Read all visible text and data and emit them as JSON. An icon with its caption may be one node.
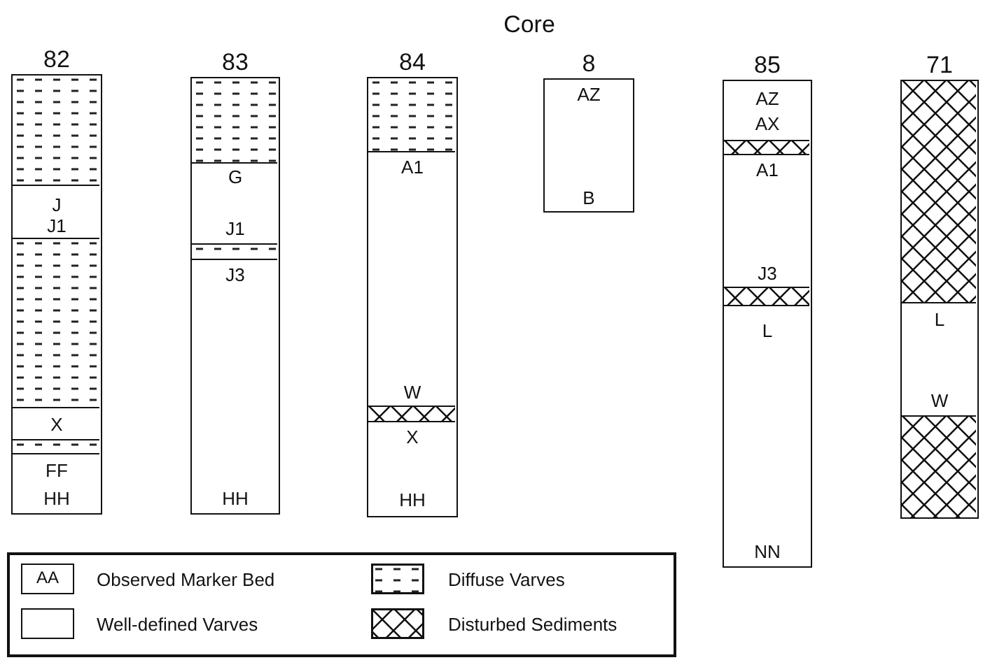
{
  "diagram": {
    "title": "Core",
    "nodes": [
      {
        "text": [
          "82",
          "J",
          "J1",
          "X",
          "FF",
          "HH"
        ]
      },
      {
        "text": [
          "83",
          "G",
          "J1",
          "J3",
          "HH"
        ]
      },
      {
        "text": [
          "84",
          "A1",
          "W",
          "X",
          "HH"
        ]
      },
      {
        "text": [
          "8",
          "AZ",
          "B"
        ]
      },
      {
        "text": [
          "85",
          "AZ",
          "AX",
          "A1",
          "J3",
          "L",
          "NN"
        ]
      },
      {
        "text": [
          "71",
          "L",
          "W"
        ]
      }
    ],
    "labels": [
      "AA"
    ],
    "legend": [
      {
        "text": "Observed Marker Bed"
      },
      {
        "text": "Diffuse Varves"
      },
      {
        "text": "Well-defined Varves"
      },
      {
        "text": "Disturbed Sediments"
      }
    ]
  }
}
